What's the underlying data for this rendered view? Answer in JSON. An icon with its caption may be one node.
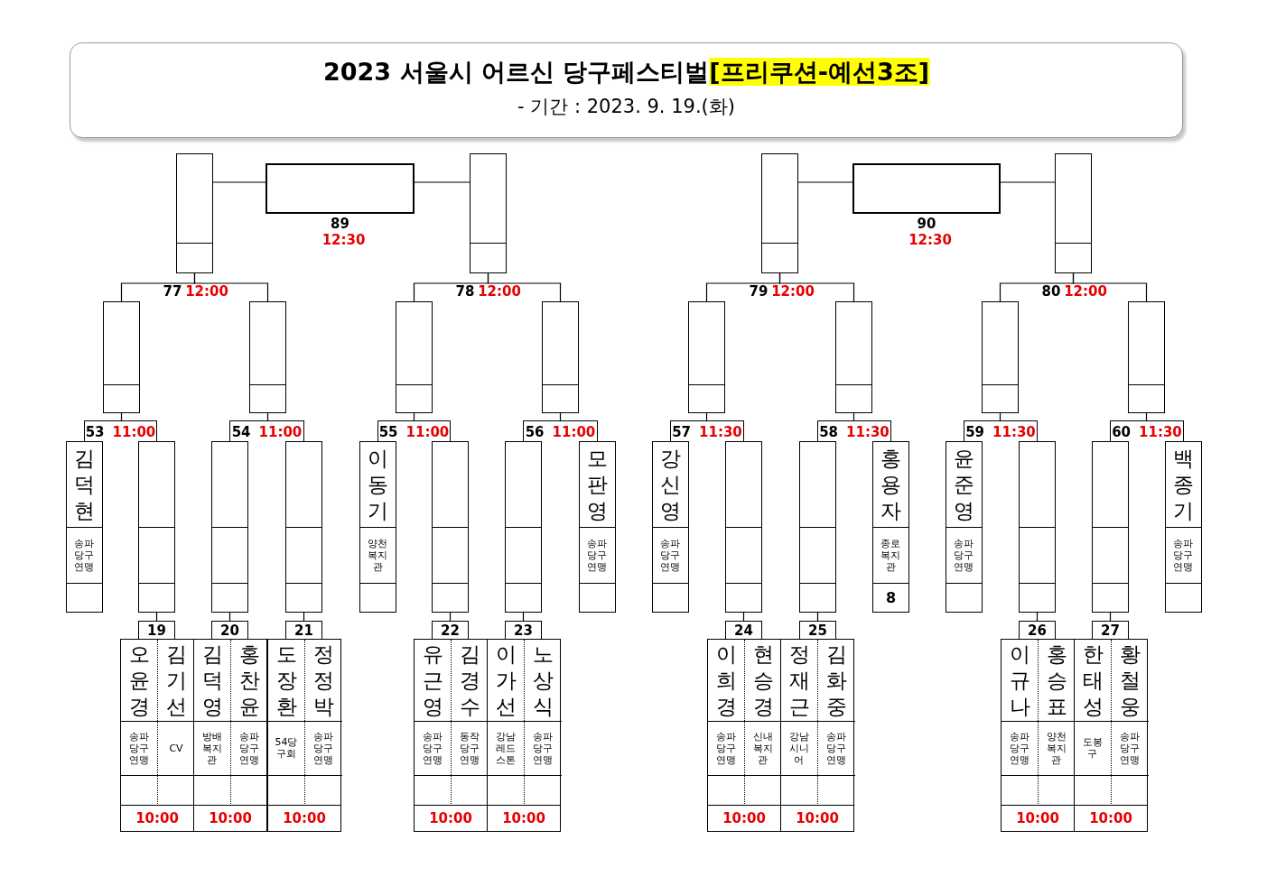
{
  "diagram": {
    "title": "2023 서울시 어르신 당구페스티벌[프리쿠션-예선3조]",
    "nodes": [
      {
        "text": [],
        "shape": "box"
      },
      {
        "text": [],
        "shape": "box",
        "beside": [
          "89",
          "12:30"
        ]
      },
      {
        "text": [],
        "shape": "box"
      },
      {
        "text": [],
        "shape": "box"
      },
      {
        "text": [],
        "shape": "box",
        "beside": [
          "90",
          "12:30"
        ]
      },
      {
        "text": [],
        "shape": "box"
      },
      {
        "text": [],
        "shape": "box"
      },
      {
        "text": [],
        "shape": "box"
      },
      {
        "text": [],
        "shape": "box"
      },
      {
        "text": [],
        "shape": "box"
      },
      {
        "text": [],
        "shape": "box"
      },
      {
        "text": [],
        "shape": "box"
      },
      {
        "text": [],
        "shape": "box"
      },
      {
        "text": [],
        "shape": "box"
      },
      {
        "text": [
          "53",
          "11:00"
        ]
      },
      {
        "text": [
          "54",
          "11:00"
        ]
      },
      {
        "text": [
          "55",
          "11:00"
        ]
      },
      {
        "text": [
          "56",
          "11:00"
        ]
      },
      {
        "text": [
          "57",
          "11:30"
        ]
      },
      {
        "text": [
          "58",
          "11:30"
        ]
      },
      {
        "text": [
          "59",
          "11:30"
        ]
      },
      {
        "text": [
          "60",
          "11:30"
        ]
      },
      {
        "text": [
          "김덕현",
          "송파당구연맹"
        ]
      },
      {
        "text": [],
        "shape": "box"
      },
      {
        "text": [],
        "shape": "box"
      },
      {
        "text": [],
        "shape": "box"
      },
      {
        "text": [
          "이동기",
          "양천복지관"
        ]
      },
      {
        "text": [],
        "shape": "box"
      },
      {
        "text": [],
        "shape": "box"
      },
      {
        "text": [
          "모판영",
          "송파당구연맹"
        ]
      },
      {
        "text": [
          "강신영",
          "송파당구연맹"
        ]
      },
      {
        "text": [],
        "shape": "box"
      },
      {
        "text": [],
        "shape": "box"
      },
      {
        "text": [
          "홍용자",
          "종로복지관",
          "8"
        ]
      },
      {
        "text": [
          "윤준영",
          "송파당구연맹"
        ]
      },
      {
        "text": [],
        "shape": "box"
      },
      {
        "text": [],
        "shape": "box"
      },
      {
        "text": [
          "백종기",
          "송파당구연맹"
        ]
      },
      {
        "text": [
          "19"
        ]
      },
      {
        "text": [
          "20"
        ]
      },
      {
        "text": [
          "21"
        ]
      },
      {
        "text": [
          "22"
        ]
      },
      {
        "text": [
          "23"
        ]
      },
      {
        "text": [
          "24"
        ]
      },
      {
        "text": [
          "25"
        ]
      },
      {
        "text": [
          "26"
        ]
      },
      {
        "text": [
          "27"
        ]
      },
      {
        "text": [
          "10:00"
        ]
      },
      {
        "text": [
          "오윤경",
          "송파당구연맹"
        ],
        "in": 47
      },
      {
        "text": [
          "김기선",
          "CV"
        ],
        "in": 47
      },
      {
        "text": [
          "10:00"
        ]
      },
      {
        "text": [
          "김덕영",
          "방배복지관"
        ],
        "in": 50
      },
      {
        "text": [
          "홍찬윤",
          "송파당구연맹"
        ],
        "in": 50
      },
      {
        "text": [
          "10:00"
        ]
      },
      {
        "text": [
          "도장환",
          "54당구회"
        ],
        "in": 53
      },
      {
        "text": [
          "정정박",
          "송파당구연맹"
        ],
        "in": 53
      },
      {
        "text": [
          "10:00"
        ]
      },
      {
        "text": [
          "유근영",
          "송파당구연맹"
        ],
        "in": 56
      },
      {
        "text": [
          "김경수",
          "동작당구연맹"
        ],
        "in": 56
      },
      {
        "text": [
          "10:00"
        ]
      },
      {
        "text": [
          "이가선",
          "강남레드스톤"
        ],
        "in": 59
      },
      {
        "text": [
          "노상식",
          "송파당구연맹"
        ],
        "in": 59
      },
      {
        "text": [
          "10:00"
        ]
      },
      {
        "text": [
          "이희경",
          "송파당구연맹"
        ],
        "in": 62
      },
      {
        "text": [
          "현승경",
          "신내복지관"
        ],
        "in": 62
      },
      {
        "text": [
          "10:00"
        ]
      },
      {
        "text": [
          "정재근",
          "강남시니어"
        ],
        "in": 65
      },
      {
        "text": [
          "김화중",
          "송파당구연맹"
        ],
        "in": 65
      },
      {
        "text": [
          "10:00"
        ]
      },
      {
        "text": [
          "이규나",
          "송파당구연맹"
        ],
        "in": 68
      },
      {
        "text": [
          "홍승표",
          "양천복지관"
        ],
        "in": 68
      },
      {
        "text": [
          "10:00"
        ]
      },
      {
        "text": [
          "한태성",
          "도봉구"
        ],
        "in": 71
      },
      {
        "text": [
          "황철웅",
          "송파당구연맹"
        ],
        "in": 71
      }
    ],
    "edges": [
      {
        "from": 0,
        "to": 1,
        "arrow": "none"
      },
      {
        "from": 1,
        "to": 2,
        "arrow": "none"
      },
      {
        "from": 3,
        "to": 4,
        "arrow": "none"
      },
      {
        "from": 4,
        "to": 5,
        "arrow": "none"
      },
      {
        "from": 6,
        "to": 0,
        "arrow": "none"
      },
      {
        "from": 7,
        "to": 0,
        "arrow": "none"
      },
      {
        "from": 8,
        "to": 2,
        "arrow": "none"
      },
      {
        "from": 9,
        "to": 2,
        "arrow": "none"
      },
      {
        "from": 10,
        "to": 3,
        "arrow": "none"
      },
      {
        "from": 11,
        "to": 3,
        "arrow": "none"
      },
      {
        "from": 12,
        "to": 5,
        "arrow": "none"
      },
      {
        "from": 13,
        "to": 5,
        "arrow": "none"
      },
      {
        "from": 14,
        "to": 6,
        "arrow": "none"
      },
      {
        "from": 15,
        "to": 7,
        "arrow": "none"
      },
      {
        "from": 16,
        "to": 8,
        "arrow": "none"
      },
      {
        "from": 17,
        "to": 9,
        "arrow": "none"
      },
      {
        "from": 18,
        "to": 10,
        "arrow": "none"
      },
      {
        "from": 19,
        "to": 11,
        "arrow": "none"
      },
      {
        "from": 20,
        "to": 12,
        "arrow": "none"
      },
      {
        "from": 21,
        "to": 13,
        "arrow": "none"
      },
      {
        "from": 38,
        "to": 23,
        "arrow": "none"
      },
      {
        "from": 39,
        "to": 24,
        "arrow": "none"
      },
      {
        "from": 40,
        "to": 25,
        "arrow": "none"
      },
      {
        "from": 41,
        "to": 27,
        "arrow": "none"
      },
      {
        "from": 42,
        "to": 28,
        "arrow": "none"
      },
      {
        "from": 43,
        "to": 31,
        "arrow": "none"
      },
      {
        "from": 44,
        "to": 32,
        "arrow": "none"
      },
      {
        "from": 45,
        "to": 35,
        "arrow": "none"
      },
      {
        "from": 46,
        "to": 36,
        "arrow": "none"
      }
    ],
    "labels": [
      "- 기간 : 2023. 9. 19.(화)",
      "77",
      "12:00",
      "78",
      "12:00",
      "79",
      "12:00",
      "80",
      "12:00"
    ]
  }
}
